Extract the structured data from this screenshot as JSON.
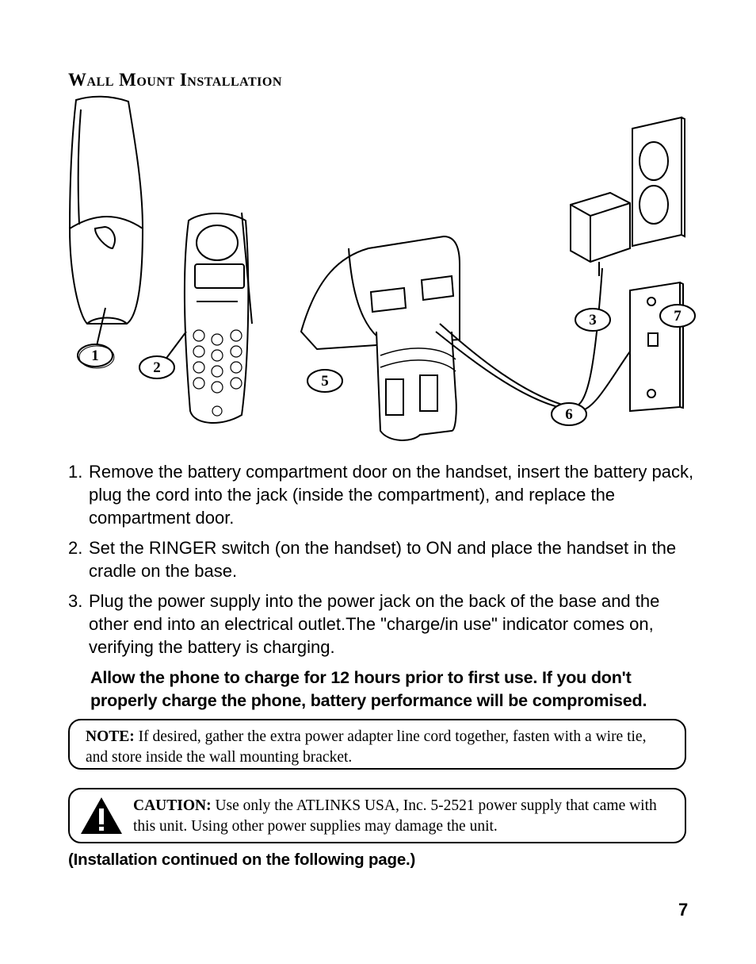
{
  "title": "Wall Mount Installation",
  "callouts": [
    "1",
    "2",
    "3",
    "5",
    "6",
    "7"
  ],
  "steps": [
    {
      "number": "1.",
      "text": "Remove the battery compartment door on the handset, insert the battery pack, plug the cord into the jack (inside the compartment), and replace the compartment door."
    },
    {
      "number": "2.",
      "text": "Set the RINGER switch (on the handset) to ON and place the handset in the cradle on the base."
    },
    {
      "number": "3.",
      "text": "Plug the power supply into the power jack on the back of the base and the other end into an electrical outlet.The \"charge/in use\" indicator comes on, verifying the battery is charging."
    }
  ],
  "warning": "Allow the phone to charge for 12 hours prior to first use. If you don't properly charge the phone, battery performance will be compromised.",
  "note": {
    "label": "NOTE:",
    "text": "If desired, gather the extra power adapter line cord together, fasten with a wire tie, and store inside the wall mounting bracket."
  },
  "caution": {
    "label": "CAUTION:",
    "text": "Use only the ATLINKS USA, Inc. 5-2521 power supply that came with this unit. Using other power supplies may damage the unit."
  },
  "continued": "(Installation continued on the following page.)",
  "page_number": "7"
}
